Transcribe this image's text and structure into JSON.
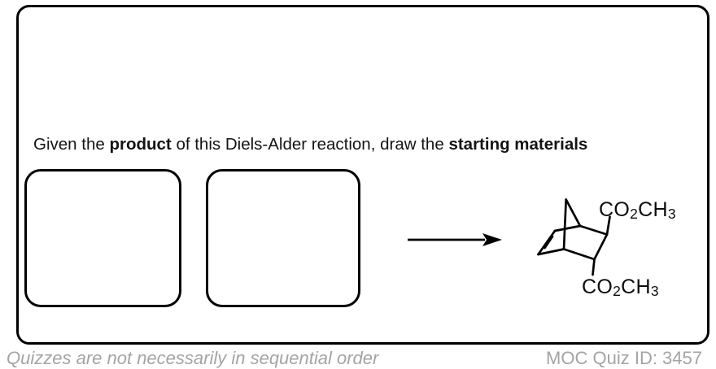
{
  "colors": {
    "ink": "#000000",
    "text": "#141414",
    "muted_gray": "#a4a4a4",
    "background": "#ffffff"
  },
  "prompt": {
    "segments": [
      {
        "text": "Given the ",
        "bold": false
      },
      {
        "text": "product",
        "bold": true
      },
      {
        "text": " of this Diels-Alder reaction, draw the ",
        "bold": false
      },
      {
        "text": "starting materials",
        "bold": true
      }
    ]
  },
  "answer_boxes": {
    "count": 2
  },
  "product_structure": {
    "kind": "norbornene-skeletal-formula",
    "substituents": [
      {
        "position": "top",
        "parts": {
          "a": "CO",
          "b": "2",
          "c": "CH",
          "d": "3"
        }
      },
      {
        "position": "bottom",
        "parts": {
          "a": "CO",
          "b": "2",
          "c": "CH",
          "d": "3"
        }
      }
    ]
  },
  "footer": {
    "note": "Quizzes are not necessarily in sequential order",
    "quiz_id": "MOC Quiz ID: 3457"
  }
}
